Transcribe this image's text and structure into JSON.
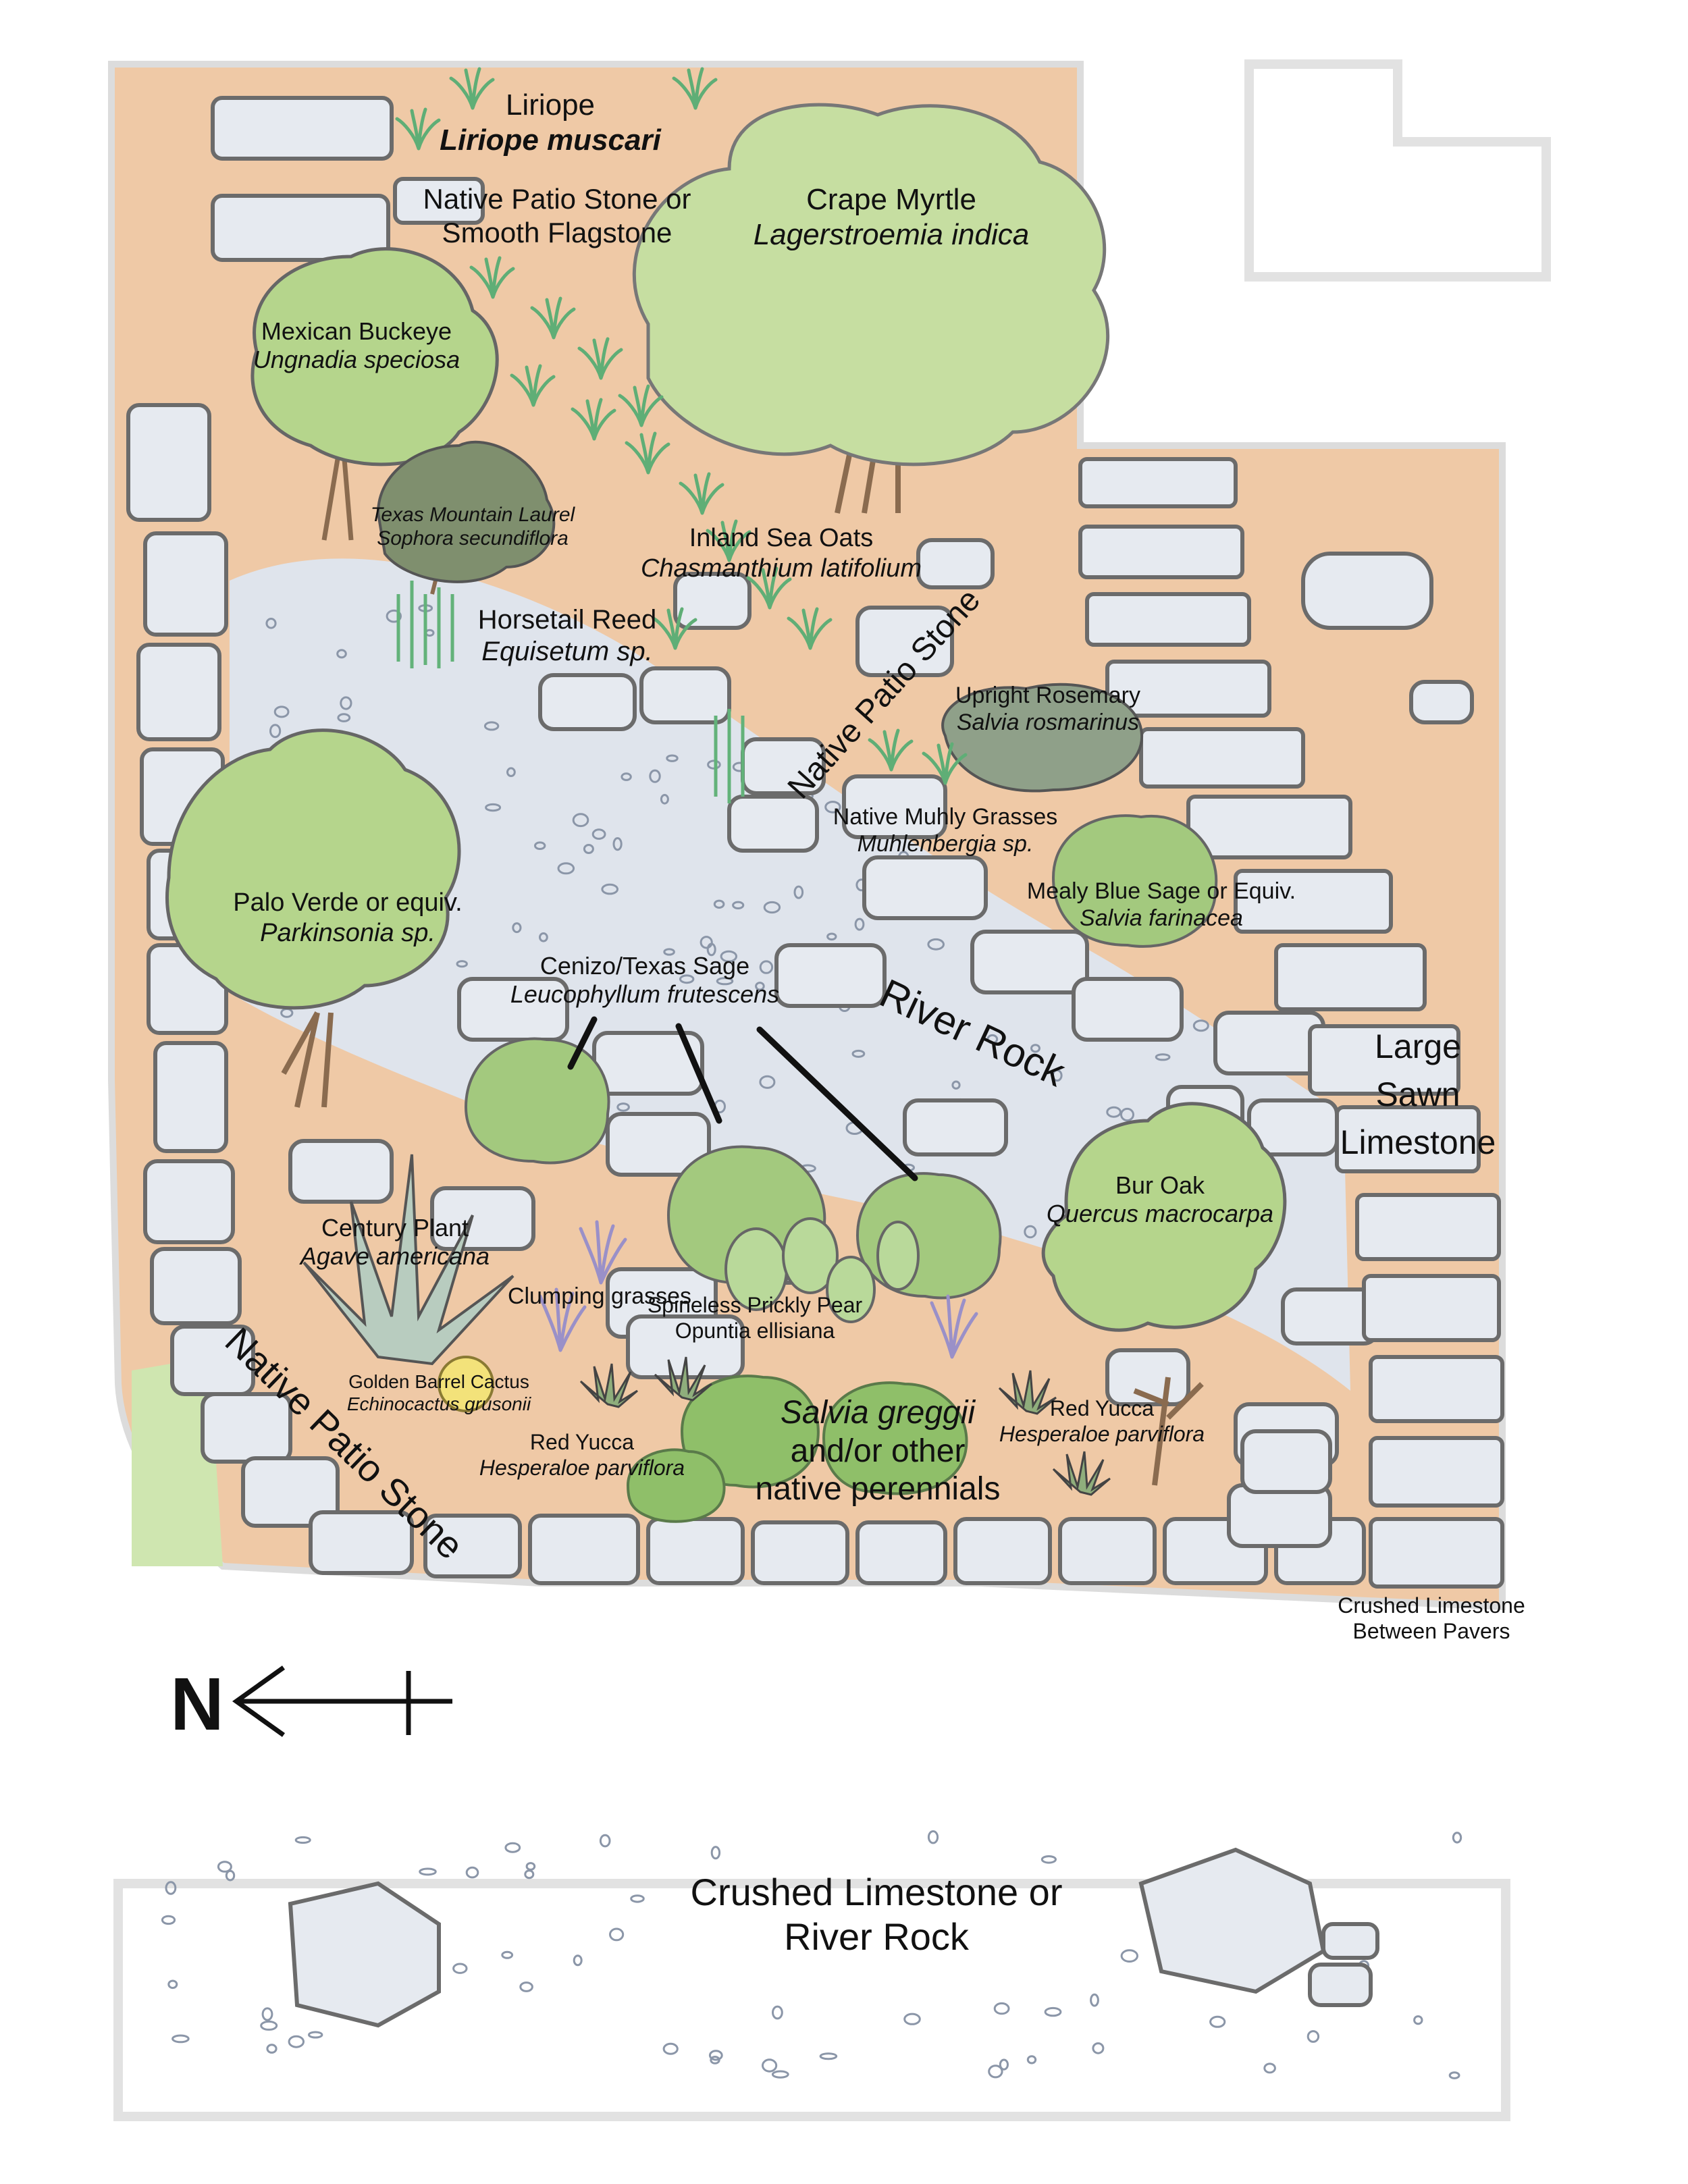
{
  "colors": {
    "soil": "#efc9a6",
    "rock": "#dfe4ec",
    "stone_fill": "#e6eaf0",
    "stone_edge": "#6b6b6b",
    "tree_green": "#b5d58c",
    "tree_dark": "#97be6a",
    "shrub_green": "#a3c97e",
    "laurel": "#7f8f6e",
    "grass": "#63b27a",
    "lawn": "#cfe6b0",
    "outline_gray": "#dddddd",
    "ink": "#111111"
  },
  "labels": {
    "liriope_common": "Liriope",
    "liriope_sci": "Liriope muscari",
    "patio_common_1": "Native Patio Stone or",
    "patio_common_2": "Smooth Flagstone",
    "crape_common": "Crape Myrtle",
    "crape_sci": "Lagerstroemia indica",
    "buckeye_common": "Mexican Buckeye",
    "buckeye_sci": "Ungnadia speciosa",
    "laurel_common": "Texas Mountain Laurel",
    "laurel_sci": "Sophora secundiflora",
    "seaoats_common": "Inland Sea Oats",
    "seaoats_sci": "Chasmanthium latifolium",
    "horsetail_common": "Horsetail Reed",
    "horsetail_sci": "Equisetum sp.",
    "native_patio_stone_top": "Native Patio Stone",
    "rosemary_common": "Upright Rosemary",
    "rosemary_sci": "Salvia rosmarinus",
    "muhly_common": "Native Muhly Grasses",
    "muhly_sci": "Muhlenbergia sp.",
    "mealy_common": "Mealy Blue Sage or Equiv.",
    "mealy_sci": "Salvia farinacea",
    "paloverde_common": "Palo Verde or equiv.",
    "paloverde_sci": "Parkinsonia sp.",
    "cenizo_common": "Cenizo/Texas Sage",
    "cenizo_sci": "Leucophyllum frutescens",
    "river_rock": "River Rock",
    "large_sawn_1": "Large",
    "large_sawn_2": "Sawn",
    "large_sawn_3": "Limestone",
    "buroak_common": "Bur Oak",
    "buroak_sci": "Quercus macrocarpa",
    "century_common": "Century Plant",
    "century_sci": "Agave americana",
    "clumping": "Clumping grasses",
    "pricklypear_common": "Spineless Prickly Pear",
    "pricklypear_sci": "Opuntia ellisiana",
    "native_patio_stone_bottom": "Native Patio Stone",
    "barrel_common": "Golden Barrel Cactus",
    "barrel_sci": "Echinocactus grusonii",
    "redyucca_left_common": "Red Yucca",
    "redyucca_left_sci": "Hesperaloe parviflora",
    "salvia_sci": "Salvia greggii",
    "salvia_2": "and/or other",
    "salvia_3": "native perennials",
    "redyucca_right_common": "Red Yucca",
    "redyucca_right_sci": "Hesperaloe parviflora",
    "crushed_pavers_1": "Crushed Limestone",
    "crushed_pavers_2": "Between Pavers",
    "north": "N",
    "bottom_1": "Crushed Limestone or",
    "bottom_2": "River Rock"
  }
}
